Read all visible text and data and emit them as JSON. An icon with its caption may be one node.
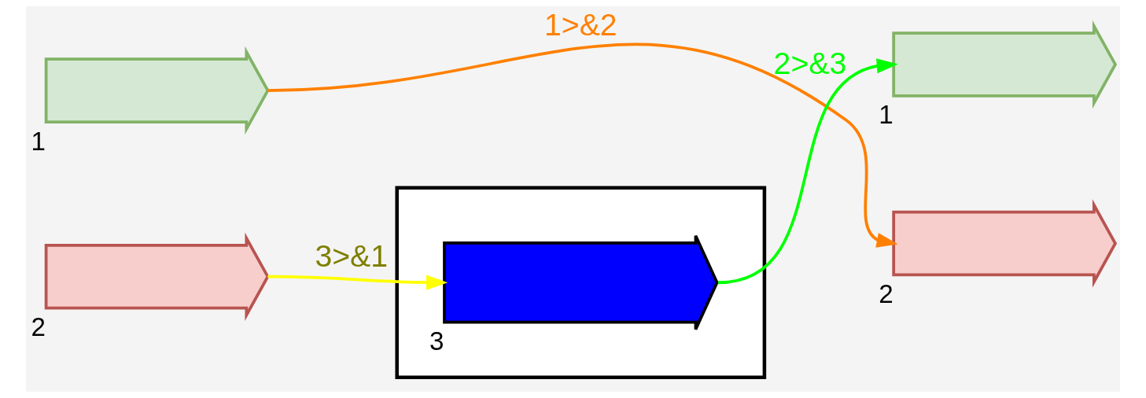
{
  "diagram": {
    "nodes": [
      {
        "text": [
          "1"
        ]
      },
      {
        "text": [
          "2"
        ]
      },
      {
        "text": [],
        "shape": "box"
      },
      {
        "text": [
          "3"
        ],
        "in": 2
      },
      {
        "text": [
          "1"
        ]
      },
      {
        "text": [
          "2"
        ]
      }
    ],
    "edges": [
      {
        "from": 0,
        "to": 5,
        "arrow": "to",
        "label": "1>&2",
        "color": "#ff8000"
      },
      {
        "from": 1,
        "to": 3,
        "arrow": "to",
        "label": "3>&1",
        "color": "#ffff00"
      },
      {
        "from": 3,
        "to": 4,
        "arrow": "to",
        "label": "2>&3",
        "color": "#00ff00"
      }
    ]
  }
}
